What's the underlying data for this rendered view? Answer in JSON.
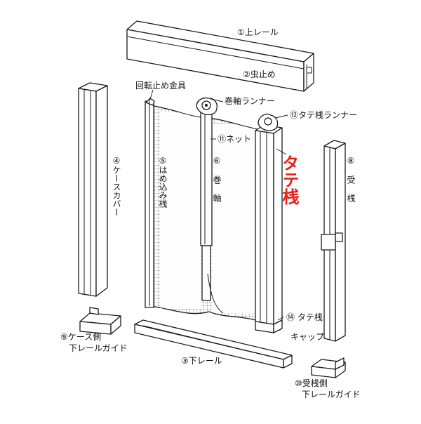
{
  "labels": {
    "upper_rail": "①上レール",
    "insect_stop": "②虫止め",
    "lower_rail": "③下レール",
    "case_cover": "④ケースカバー",
    "inset_stile": "⑤はめ込み桟",
    "roller_shaft": "⑥巻軸",
    "receiving_stile": "⑧受桟",
    "case_side_guide_line1": "⑨ケース側",
    "case_side_guide_line2": "下レールガイド",
    "receiving_side_guide_line1": "⑩受桟側",
    "receiving_side_guide_line2": "下レールガイド",
    "net": "⑪ネット",
    "vertical_stile_runner": "⑫タテ桟ランナー",
    "vertical_stile_cap_line1": "⑭ タテ桟",
    "vertical_stile_cap_line2": "キャップ",
    "rotation_stopper": "回転止め金具",
    "roller_runner": "巻軸ランナー",
    "highlight": "タテ桟"
  },
  "colors": {
    "line": "#1a1a1a",
    "highlight": "#e8201a",
    "background": "#ffffff",
    "mesh": "#555555"
  }
}
